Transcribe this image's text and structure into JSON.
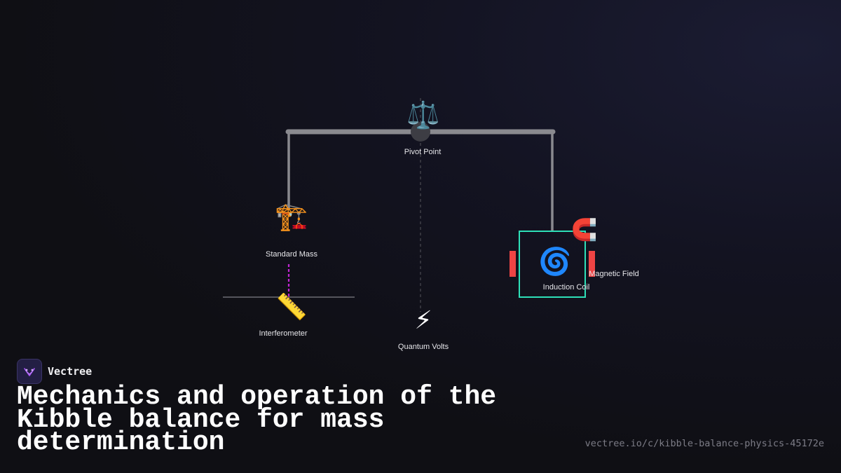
{
  "diagram": {
    "nodes": {
      "pivot": {
        "label": "Pivot Point",
        "icon": "scales-icon",
        "glyph": "⚖️"
      },
      "mass": {
        "label": "Standard Mass",
        "icon": "construction-crane-icon",
        "glyph": "🏗️"
      },
      "interferometer": {
        "label": "Interferometer",
        "icon": "ruler-icon",
        "glyph": "📏"
      },
      "volts": {
        "label": "Quantum Volts",
        "icon": "lightning-bolt-icon",
        "glyph": "⚡"
      },
      "coil": {
        "label": "Induction Coil",
        "icon": "cyclone-icon",
        "glyph": "🌀"
      },
      "magnet": {
        "label": "Magnetic Field",
        "icon": "magnet-icon",
        "glyph": "🧲"
      }
    },
    "colors": {
      "beam": "#8a8a8f",
      "coil_border": "#2ee0b8",
      "magnet_poles": "#ef4444",
      "laser": "#c026d3"
    }
  },
  "brand": {
    "name": "Vectree",
    "logo_icon": "vectree-logo-icon"
  },
  "title": "Mechanics and operation of the Kibble balance for mass determination",
  "url": "vectree.io/c/kibble-balance-physics-45172e"
}
